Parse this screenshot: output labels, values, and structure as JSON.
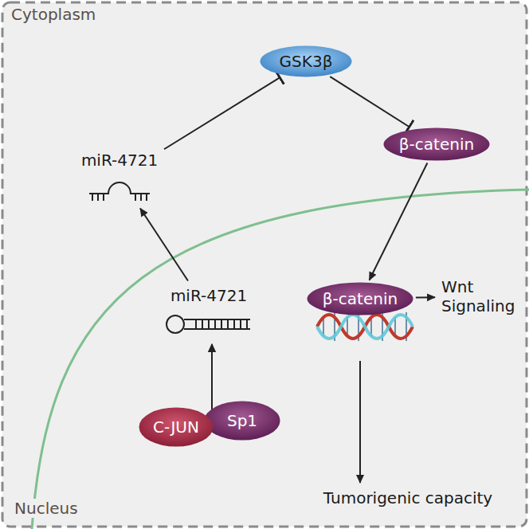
{
  "diagram": {
    "nodes": [
      {
        "text": [
          "GSK3β"
        ]
      },
      {
        "text": [
          "β-catenin"
        ]
      },
      {
        "text": [
          "miR-4721"
        ]
      },
      {
        "text": [
          "miR-4721"
        ]
      },
      {
        "text": [
          "β-catenin"
        ]
      },
      {
        "text": [
          "Wnt Signaling"
        ]
      },
      {
        "text": [
          "C-JUN"
        ]
      },
      {
        "text": [
          "Sp1"
        ]
      },
      {
        "text": [
          "Tumorigenic capacity"
        ]
      }
    ],
    "edges": [
      {
        "from": 2,
        "to": 0,
        "arrow": "to"
      },
      {
        "from": 0,
        "to": 1,
        "arrow": "to"
      },
      {
        "from": 1,
        "to": 4,
        "arrow": "to"
      },
      {
        "from": 4,
        "to": 5,
        "arrow": "to"
      },
      {
        "from": 3,
        "to": 2,
        "arrow": "to"
      },
      {
        "from": 6,
        "to": 3,
        "arrow": "to"
      },
      {
        "from": 7,
        "to": 3,
        "arrow": "to"
      },
      {
        "from": 4,
        "to": 8,
        "arrow": "to"
      }
    ],
    "labels": [
      "Cytoplasm",
      "Nucleus"
    ]
  }
}
